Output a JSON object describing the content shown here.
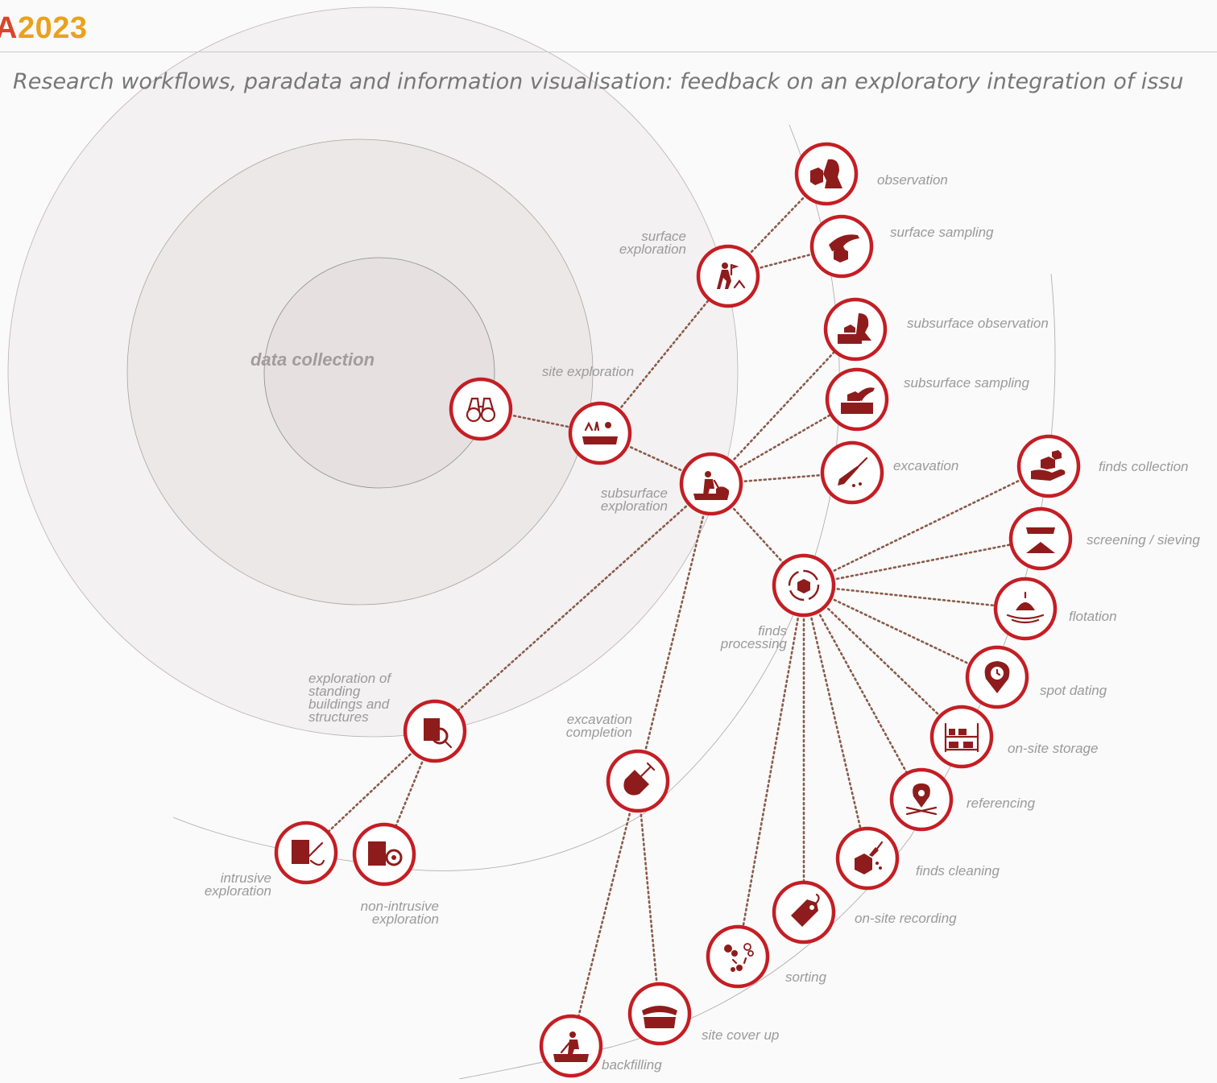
{
  "header": {
    "brand_a": "A",
    "brand_year": "2023",
    "subtitle": "Research workflows, paradata and information visualisation: feedback on an exploratory integration of issu"
  },
  "colors": {
    "node_ring": "#c41e24",
    "icon": "#8f1c1c",
    "link": "#8a5a4a",
    "label": "#9a9a9a",
    "brand_a": "#d9452b",
    "brand_year": "#e8a21d"
  },
  "diagram": {
    "center_label": "data collection",
    "nodes": [
      {
        "id": "data-collection",
        "icon": "binoculars-icon",
        "label": ""
      },
      {
        "id": "site-exploration",
        "icon": "site-landscape-icon",
        "label": "site exploration"
      },
      {
        "id": "surface-exploration",
        "icon": "hiker-icon",
        "label": "surface exploration"
      },
      {
        "id": "observation",
        "icon": "observer-head-icon",
        "label": "observation"
      },
      {
        "id": "surface-sampling",
        "icon": "hand-sample-icon",
        "label": "surface sampling"
      },
      {
        "id": "subsurface-exploration",
        "icon": "digger-icon",
        "label": "subsurface exploration"
      },
      {
        "id": "subsurface-observation",
        "icon": "observer-soil-icon",
        "label": "subsurface observation"
      },
      {
        "id": "subsurface-sampling",
        "icon": "soil-sample-icon",
        "label": "subsurface sampling"
      },
      {
        "id": "excavation",
        "icon": "trowel-icon",
        "label": "excavation"
      },
      {
        "id": "finds-processing",
        "icon": "cycle-box-icon",
        "label": "finds processing"
      },
      {
        "id": "finds-collection",
        "icon": "hand-boxes-icon",
        "label": "finds collection"
      },
      {
        "id": "screening-sieving",
        "icon": "sieve-icon",
        "label": "screening / sieving"
      },
      {
        "id": "flotation",
        "icon": "float-icon",
        "label": "flotation"
      },
      {
        "id": "spot-dating",
        "icon": "clock-pin-icon",
        "label": "spot dating"
      },
      {
        "id": "on-site-storage",
        "icon": "shelf-icon",
        "label": "on-site storage"
      },
      {
        "id": "referencing",
        "icon": "map-pin-icon",
        "label": "referencing"
      },
      {
        "id": "finds-cleaning",
        "icon": "brush-box-icon",
        "label": "finds cleaning"
      },
      {
        "id": "on-site-recording",
        "icon": "tag-icon",
        "label": "on-site recording"
      },
      {
        "id": "sorting",
        "icon": "sorting-dots-icon",
        "label": "sorting"
      },
      {
        "id": "excavation-completion",
        "icon": "shovel-icon",
        "label": "excavation completion"
      },
      {
        "id": "site-cover-up",
        "icon": "cover-up-icon",
        "label": "site cover up"
      },
      {
        "id": "backfilling",
        "icon": "backfill-digger-icon",
        "label": "backfilling"
      },
      {
        "id": "exploration-standing-buildings",
        "icon": "building-magnifier-icon",
        "label": "exploration of standing buildings and structures"
      },
      {
        "id": "intrusive-exploration",
        "icon": "building-drill-icon",
        "label": "intrusive exploration"
      },
      {
        "id": "non-intrusive-exploration",
        "icon": "building-eye-icon",
        "label": "non-intrusive exploration"
      }
    ],
    "links": [
      [
        "data-collection",
        "site-exploration"
      ],
      [
        "site-exploration",
        "surface-exploration"
      ],
      [
        "site-exploration",
        "subsurface-exploration"
      ],
      [
        "surface-exploration",
        "observation"
      ],
      [
        "surface-exploration",
        "surface-sampling"
      ],
      [
        "subsurface-exploration",
        "subsurface-observation"
      ],
      [
        "subsurface-exploration",
        "subsurface-sampling"
      ],
      [
        "subsurface-exploration",
        "excavation"
      ],
      [
        "subsurface-exploration",
        "finds-processing"
      ],
      [
        "subsurface-exploration",
        "excavation-completion"
      ],
      [
        "subsurface-exploration",
        "exploration-standing-buildings"
      ],
      [
        "finds-processing",
        "finds-collection"
      ],
      [
        "finds-processing",
        "screening-sieving"
      ],
      [
        "finds-processing",
        "flotation"
      ],
      [
        "finds-processing",
        "spot-dating"
      ],
      [
        "finds-processing",
        "on-site-storage"
      ],
      [
        "finds-processing",
        "referencing"
      ],
      [
        "finds-processing",
        "finds-cleaning"
      ],
      [
        "finds-processing",
        "on-site-recording"
      ],
      [
        "finds-processing",
        "sorting"
      ],
      [
        "excavation-completion",
        "site-cover-up"
      ],
      [
        "excavation-completion",
        "backfilling"
      ],
      [
        "exploration-standing-buildings",
        "intrusive-exploration"
      ],
      [
        "exploration-standing-buildings",
        "non-intrusive-exploration"
      ]
    ]
  }
}
